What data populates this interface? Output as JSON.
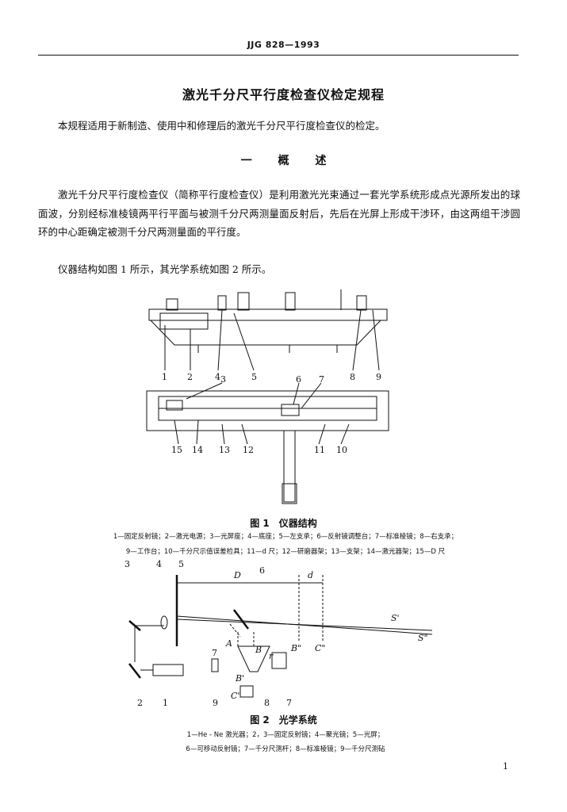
{
  "header": {
    "code": "JJG 828—1993"
  },
  "doc_title": "激光千分尺平行度检查仪检定规程",
  "intro": "本规程适用于新制造、使用中和修理后的激光千分尺平行度检查仪的检定。",
  "section1": {
    "title": "一 概 述"
  },
  "overview": {
    "para1": "激光千分尺平行度检查仪（简称平行度检查仪）是利用激光光束通过一套光学系统形成点光源所发出的球面波，分别经标准棱镜两平行平面与被测千分尺两测量面反射后，先后在光屏上形成干涉环，由这两组干涉圆环的中心距确定被测千分尺两测量面的平行度。",
    "para2": "仪器结构如图 1 所示，其光学系统如图 2 所示。"
  },
  "figure1": {
    "caption": "图 1　仪器结构",
    "legend_line1": "1—固定反射镜；2—激光电源；3—光屏座；4—底座；5—左支承；6—反射镜调整台；7—标准棱镜；8—右支承；",
    "legend_line2": "9—工作台；10—千分尺示值误差检具；11—d 尺；12—研磨器架；13—支架；14—激光器架；15—D 尺",
    "callouts_top": [
      "1",
      "2",
      "4",
      "3",
      "5",
      "8",
      "9"
    ],
    "callouts_plan_top": [
      "3",
      "6",
      "7"
    ],
    "callouts_plan_bottom": [
      "15",
      "14",
      "13",
      "12",
      "11",
      "10"
    ]
  },
  "figure2": {
    "caption": "图 2　光学系统",
    "legend_line1": "1—He - Ne 激光器；2，3—固定反射镜；4—聚光镜；5—光屏；",
    "legend_line2": "6—可移动反射镜；7—千分尺测杆；8—标准棱镜；9—千分尺测砧",
    "labels": {
      "D": "D",
      "d": "d",
      "S1": "S'",
      "S2": "S\"",
      "A": "A",
      "B": "B",
      "B1": "B'",
      "B2": "B\"",
      "C1": "C'",
      "C2": "C\"",
      "r": "r"
    },
    "callouts": [
      "3",
      "4",
      "5",
      "6",
      "7",
      "9",
      "8",
      "7",
      "2",
      "1"
    ]
  },
  "page_number": "1"
}
